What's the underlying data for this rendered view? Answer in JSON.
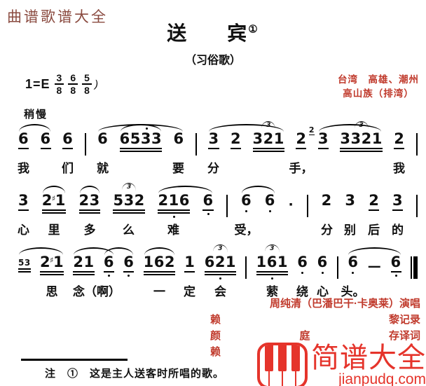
{
  "colors": {
    "site_header": "#8a4a3f",
    "red_text": "#c03a2c",
    "logo": "#e5342b",
    "ink": "#111111"
  },
  "header": {
    "site_name": "曲谱歌谱大全",
    "title_left": "送",
    "title_right": "宾",
    "title_sup": "①",
    "subtitle": "（习俗歌）"
  },
  "meta": {
    "key": "1=E",
    "ts": [
      {
        "n": "3",
        "d": "8"
      },
      {
        "n": "6",
        "d": "8"
      },
      {
        "n": "5",
        "d": "8"
      }
    ],
    "ts_brace": ")",
    "tempo": "稍慢",
    "region_line1": "台湾　高雄、潮州",
    "region_line2": "高山族（排湾）"
  },
  "score": {
    "lines": [
      {
        "tokens": [
          {
            "text": "6",
            "u": 1,
            "lyr": "我"
          },
          {
            "text": "6",
            "u": 1
          },
          {
            "text": "6",
            "u": 1,
            "lyr": "们"
          },
          {
            "bar": "|"
          },
          {
            "text": "6",
            "lyr": "就"
          },
          {
            "text": "6533",
            "u": 2,
            "dotA": true
          },
          {
            "text": "6",
            "lyr": "要"
          },
          {
            "bar": "|"
          },
          {
            "text": "3",
            "u": 1,
            "lyr": "分"
          },
          {
            "text": "2",
            "u": 1
          },
          {
            "text": "321",
            "u": 2,
            "tri": true
          },
          {
            "text": "2",
            "u": 1,
            "lyr": "手，"
          },
          {
            "text": "3",
            "u": 1,
            "pre": "2"
          },
          {
            "text": "3321",
            "u": 2,
            "tri": true
          },
          {
            "text": "2",
            "u": 1,
            "lyr": "我"
          },
          {
            "bar": "|"
          }
        ],
        "slurs": [
          [
            0,
            1
          ],
          [
            4,
            6
          ],
          [
            5,
            5
          ],
          [
            8,
            10
          ],
          [
            12,
            13
          ]
        ]
      },
      {
        "tokens": [
          {
            "text": "3",
            "u": 1,
            "lyr": "心"
          },
          {
            "text": "2#1",
            "u": 2,
            "lyr": "里"
          },
          {
            "text": "23",
            "u": 2,
            "lyr": "多"
          },
          {
            "text": "532",
            "u": 2,
            "tri": true,
            "lyr": "么"
          },
          {
            "text": "216",
            "u": 2,
            "dotB": true,
            "lyr": "难"
          },
          {
            "text": "6",
            "u": 1,
            "dotB": true
          },
          {
            "bar": "|"
          },
          {
            "text": "6",
            "dotB": true,
            "lyr": "受，"
          },
          {
            "text": "6",
            "dotB": true
          },
          {
            "text": "·",
            "mid": true
          },
          {
            "bar": "|"
          },
          {
            "text": "2",
            "lyr": "分"
          },
          {
            "text": "3",
            "lyr": "别"
          },
          {
            "text": "2",
            "u": 1,
            "lyr": "后"
          },
          {
            "text": "3",
            "u": 1,
            "lyr": "的"
          },
          {
            "bar": "|"
          }
        ],
        "slurs": [
          [
            1,
            1
          ],
          [
            2,
            2
          ],
          [
            4,
            5
          ],
          [
            7,
            8
          ]
        ]
      },
      {
        "tokens": [
          {
            "text": "53",
            "grace": true,
            "u": 2
          },
          {
            "text": "2#1",
            "u": 2,
            "lyr": "思"
          },
          {
            "text": "21",
            "u": 2,
            "lyr": "念（啊）",
            "lyrLeft": true
          },
          {
            "text": "6",
            "u": 1,
            "dotB": true
          },
          {
            "text": "6",
            "u": 1,
            "dotB": true
          },
          {
            "text": "162",
            "u": 2,
            "lyr": "一"
          },
          {
            "text": "1",
            "u": 1,
            "lyr": "定"
          },
          {
            "text": "621",
            "u": 2,
            "tri": true,
            "dotB": true,
            "lyr": "会"
          },
          {
            "bar": "|"
          },
          {
            "text": "161",
            "u": 2,
            "tri": true,
            "dotB": true,
            "lyr": "萦"
          },
          {
            "text": "6",
            "dotB": true,
            "lyr": "绕"
          },
          {
            "text": "6",
            "dotB": true,
            "lyr": "心"
          },
          {
            "bar": "|"
          },
          {
            "text": "6",
            "dotB": true,
            "lyr": "头。"
          },
          {
            "text": "—",
            "mid": true
          },
          {
            "text": "6",
            "u": 1,
            "dotB": true
          },
          {
            "bar": "end"
          }
        ],
        "slurs": [
          [
            0,
            1
          ],
          [
            2,
            3
          ],
          [
            3,
            4
          ],
          [
            5,
            5
          ],
          [
            13,
            15
          ]
        ]
      }
    ]
  },
  "credits": {
    "performer": "周纯清（巴潘巴干·卡奥莱）演唱",
    "rows": [
      {
        "cells": [
          "赖",
          "黎记录"
        ]
      },
      {
        "cells": [
          "颜",
          "庭",
          "存译词"
        ]
      },
      {
        "cells": [
          "赖"
        ]
      }
    ]
  },
  "footnote": {
    "text": "注　①　这是主人送客时所唱的歌。"
  },
  "logo": {
    "name": "简谱大全",
    "domain": "jianpudq.com",
    "icon": "piano-keys-icon"
  }
}
